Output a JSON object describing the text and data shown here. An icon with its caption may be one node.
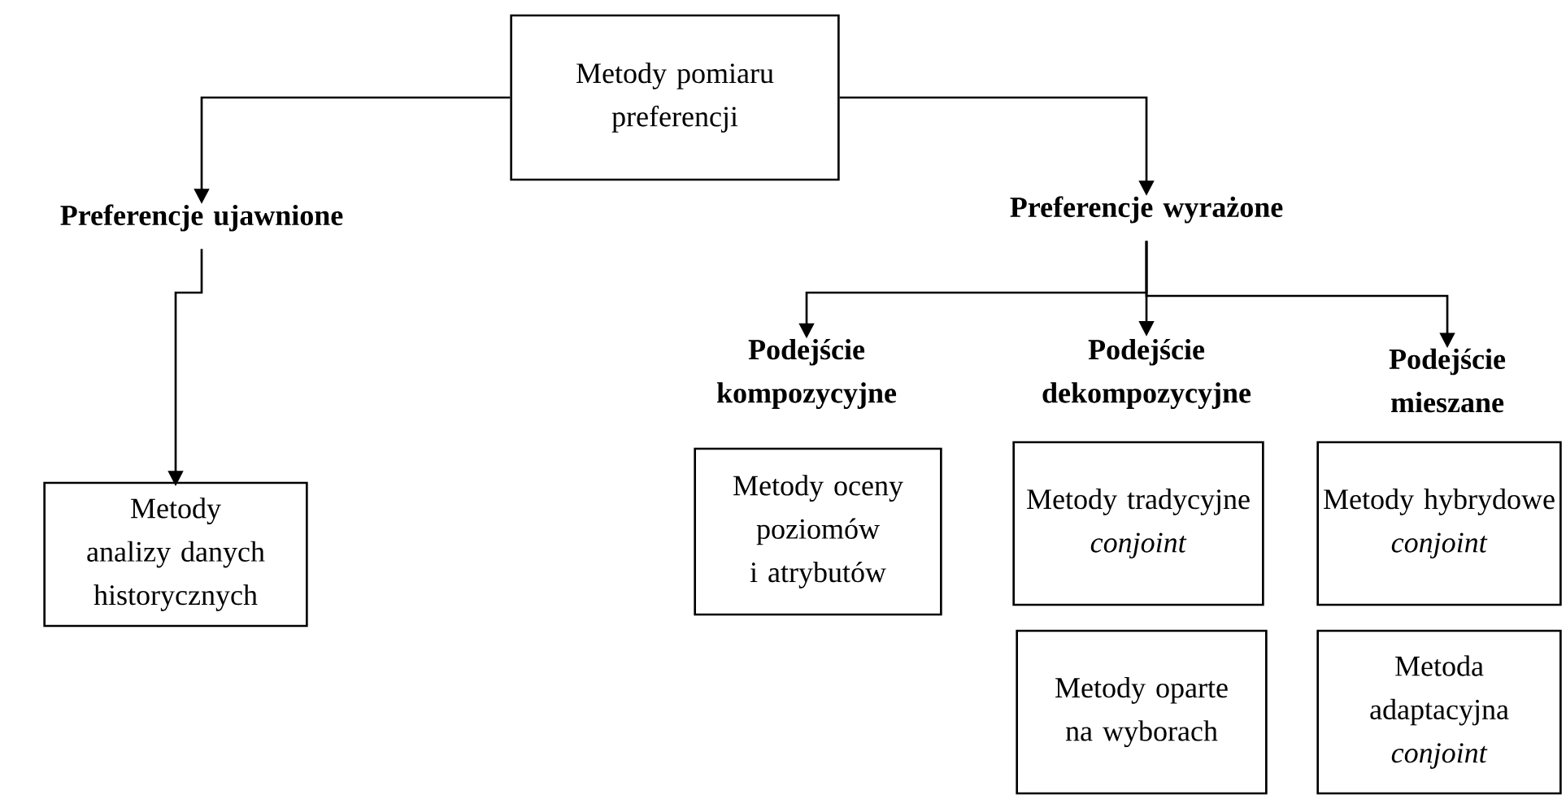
{
  "diagram": {
    "nodes": [
      {
        "text": [
          "Metody pomiaru preferencji"
        ]
      },
      {
        "text": [
          "Preferencje ujawnione"
        ]
      },
      {
        "text": [
          "Preferencje wyrażone"
        ]
      },
      {
        "text": [
          "Metody analizy danych historycznych"
        ]
      },
      {
        "text": [
          "Podejście kompozycyjne"
        ]
      },
      {
        "text": [
          "Podejście dekompozycyjne"
        ]
      },
      {
        "text": [
          "Podejście mieszane"
        ]
      },
      {
        "text": [
          "Metody oceny poziomów i atrybutów"
        ]
      },
      {
        "text": [
          "Metody tradycyjne *conjoint*"
        ]
      },
      {
        "text": [
          "Metody oparte na wyborach"
        ]
      },
      {
        "text": [
          "Metody hybrydowe *conjoint*"
        ]
      },
      {
        "text": [
          "Metoda adaptacyjna *conjoint*"
        ]
      }
    ],
    "edges": [
      {
        "from": 0,
        "to": 1,
        "arrow": "to"
      },
      {
        "from": 0,
        "to": 2,
        "arrow": "to"
      },
      {
        "from": 1,
        "to": 3,
        "arrow": "to"
      },
      {
        "from": 2,
        "to": 4,
        "arrow": "to"
      },
      {
        "from": 2,
        "to": 5,
        "arrow": "to"
      },
      {
        "from": 2,
        "to": 6,
        "arrow": "to"
      }
    ]
  }
}
